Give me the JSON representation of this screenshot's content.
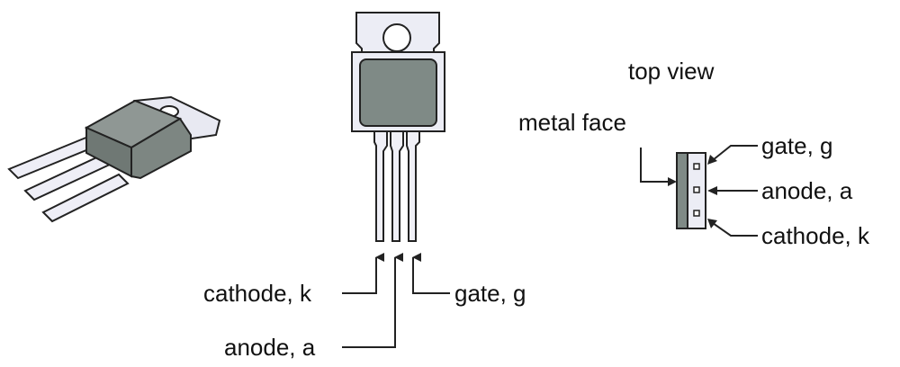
{
  "front_labels": {
    "cathode": "cathode, k",
    "anode": "anode, a",
    "gate": "gate, g"
  },
  "top_view": {
    "title": "top view",
    "metal_face": "metal face",
    "gate": "gate, g",
    "anode": "anode, a",
    "cathode": "cathode, k"
  },
  "colors": {
    "outline": "#222222",
    "metal_tab": "#ecedf5",
    "body_face": "#7f8a86",
    "lead": "#f0f0f7",
    "arrow": "#222222"
  }
}
